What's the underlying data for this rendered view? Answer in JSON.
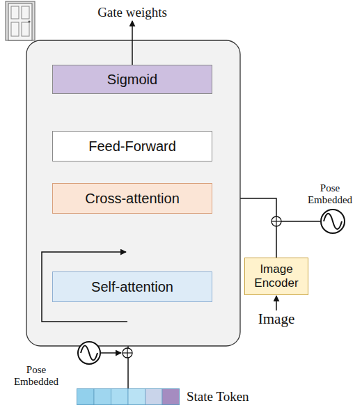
{
  "diagram": {
    "nodes": [
      {
        "text": [
          "Sigmoid"
        ]
      },
      {
        "text": [
          "Feed-Forward"
        ]
      },
      {
        "text": [
          "Cross-attention"
        ]
      },
      {
        "text": [
          "Self-attention"
        ]
      },
      {
        "text": [
          "Image Encoder"
        ]
      },
      {
        "text": [
          "State Token"
        ]
      }
    ],
    "edges": [
      {
        "from": 5,
        "to": 3,
        "arrow": "to"
      },
      {
        "from": 3,
        "to": 2,
        "arrow": "to"
      },
      {
        "from": 2,
        "to": 1,
        "arrow": "to"
      },
      {
        "from": 1,
        "to": 0,
        "arrow": "to"
      },
      {
        "from": 4,
        "to": 2,
        "arrow": "to"
      }
    ],
    "labels": [
      "Gate weights",
      "Pose Embedded",
      "Pose Embedded",
      "Image"
    ]
  }
}
